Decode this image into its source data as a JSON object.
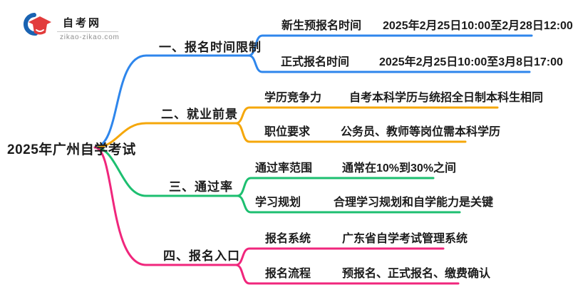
{
  "logo": {
    "site_name": "自考网",
    "site_url": "zikao-zikao.com",
    "cap_color": "#e23c3c",
    "swoosh_color": "#1a63b2"
  },
  "central_topic": "2025年广州自学考试",
  "branches": [
    {
      "label": "一、报名时间限制",
      "color": "#2e86ec",
      "children": [
        {
          "label": "新生预报名时间",
          "value": "2025年2月25日10:00至2月28日12:00"
        },
        {
          "label": "正式报名时间",
          "value": "2025年2月25日10:00至3月8日17:00"
        }
      ]
    },
    {
      "label": "二、就业前景",
      "color": "#f5a70a",
      "children": [
        {
          "label": "学历竞争力",
          "value": "自考本科学历与统招全日制本科生相同"
        },
        {
          "label": "职位要求",
          "value": "公务员、教师等岗位需本科学历"
        }
      ]
    },
    {
      "label": "三、通过率",
      "color": "#1dbf70",
      "children": [
        {
          "label": "通过率范围",
          "value": "通常在10%到30%之间"
        },
        {
          "label": "学习规划",
          "value": "合理学习规划和自学能力是关键"
        }
      ]
    },
    {
      "label": "四、报名入口",
      "color": "#f0267c",
      "children": [
        {
          "label": "报名系统",
          "value": "广东省自学考试管理系统"
        },
        {
          "label": "报名流程",
          "value": "预报名、正式报名、缴费确认"
        }
      ]
    }
  ]
}
